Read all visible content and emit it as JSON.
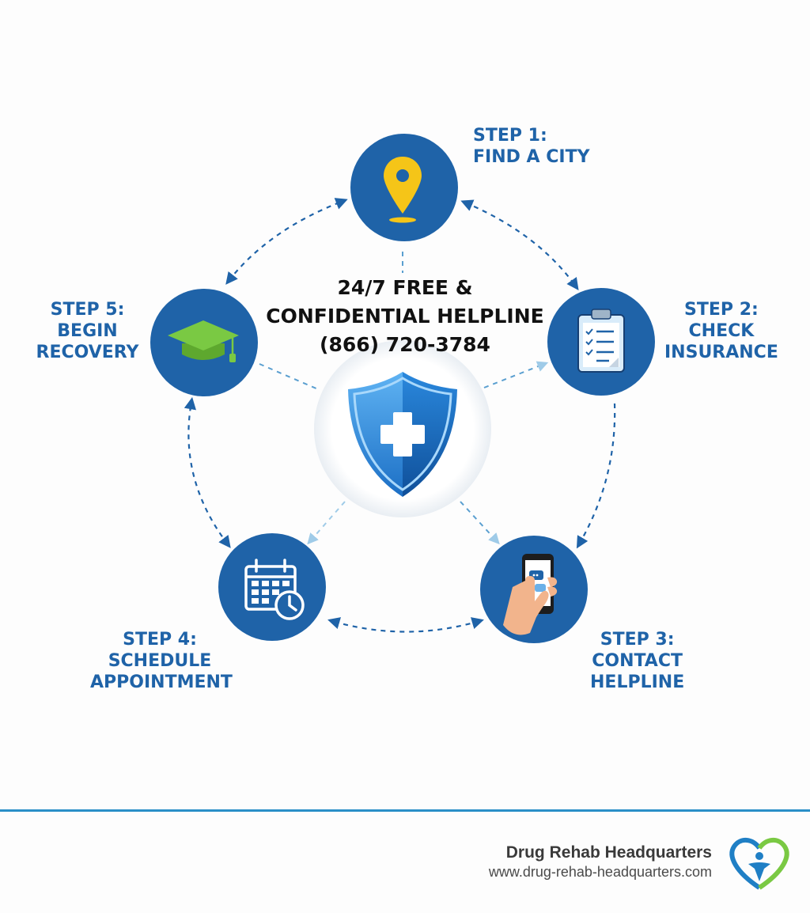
{
  "center": {
    "line1": "24/7 FREE &",
    "line2": "CONFIDENTIAL HELPLINE",
    "line3": "(866) 720-3784"
  },
  "steps": [
    {
      "step": "STEP 1:",
      "line1": "FIND A CITY",
      "line2": "",
      "icon": "map-pin-icon"
    },
    {
      "step": "STEP 2:",
      "line1": "CHECK",
      "line2": "INSURANCE",
      "icon": "clipboard-checklist-icon"
    },
    {
      "step": "STEP 3:",
      "line1": "CONTACT",
      "line2": "HELPLINE",
      "icon": "hand-phone-icon"
    },
    {
      "step": "STEP 4:",
      "line1": "SCHEDULE",
      "line2": "APPOINTMENT",
      "icon": "calendar-clock-icon"
    },
    {
      "step": "STEP 5:",
      "line1": "BEGIN",
      "line2": "RECOVERY",
      "icon": "graduation-cap-icon"
    }
  ],
  "footer": {
    "brand": "Drug Rehab Headquarters",
    "url": "www.drug-rehab-headquarters.com",
    "logo_icon": "heart-person-logo-icon"
  },
  "colors": {
    "circle_blue": "#1f63a8",
    "label_blue": "#1f63a8",
    "pin_yellow": "#f5c518",
    "cap_green": "#7ac943",
    "shield_blue": "#2f8fe0",
    "footer_rule": "#2a8fc7"
  }
}
